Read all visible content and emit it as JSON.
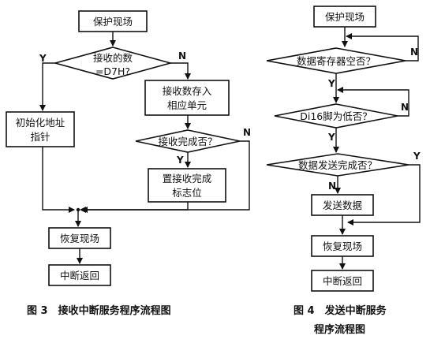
{
  "fig3": {
    "protect": "保护现场",
    "decision1_line1": "接收的数",
    "decision1_line2": "=D7H?",
    "store_line1": "接收数存入",
    "store_line2": "相应单元",
    "init_line1": "初始化地址",
    "init_line2": "指针",
    "decision2": "接收完成否？",
    "setflag_line1": "置接收完成",
    "setflag_line2": "标志位",
    "restore": "恢复现场",
    "return": "中断返回",
    "y1": "Y",
    "n1": "N",
    "y2": "Y",
    "n2": "N",
    "caption": "图 3　接收中断服务程序流程图"
  },
  "fig4": {
    "protect": "保护现场",
    "decision1": "数据寄存器空否？",
    "decision2": "Di16脚为低否？",
    "decision3": "数据发送完成否？",
    "send": "发送数据",
    "restore": "恢复现场",
    "return": "中断返回",
    "n1": "N",
    "y1": "Y",
    "n2": "N",
    "y2": "Y",
    "y3": "Y",
    "n3": "N",
    "caption_line1": "图 4　发送中断服务",
    "caption_line2": "程序流程图"
  }
}
